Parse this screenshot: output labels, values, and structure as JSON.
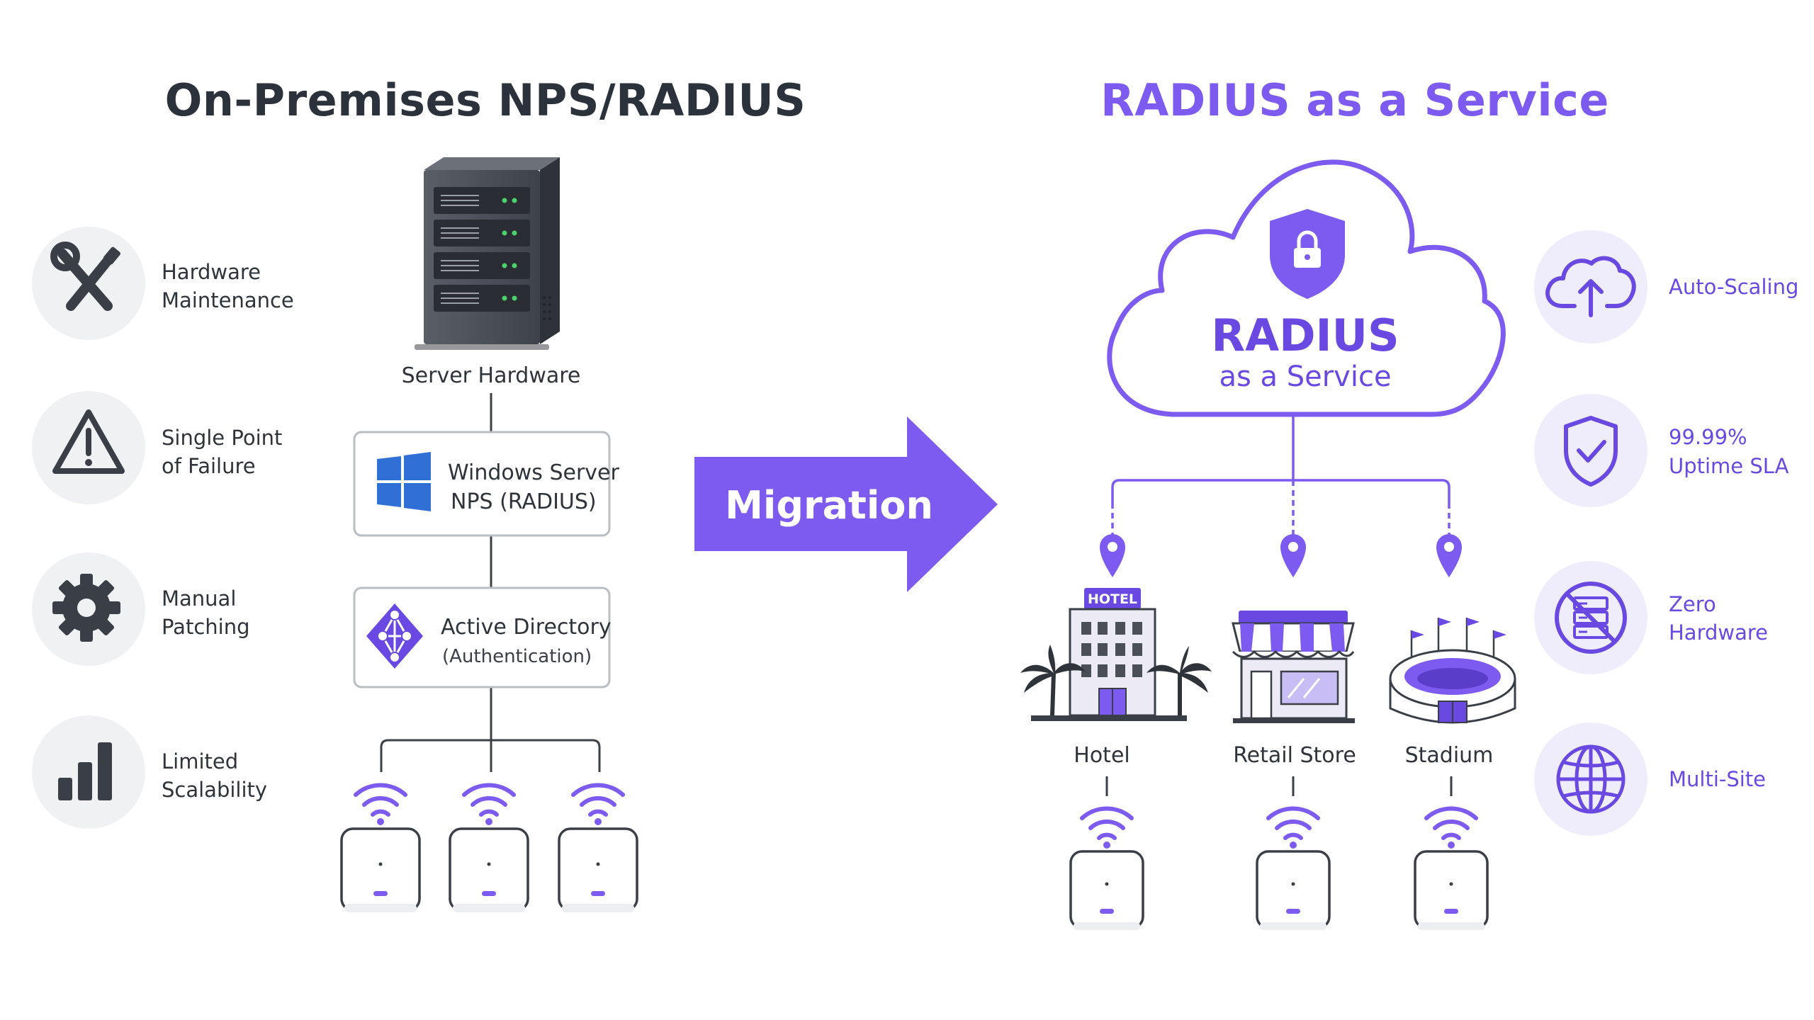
{
  "left_panel": {
    "title": "On-Premises NPS/RADIUS",
    "issues": [
      {
        "line1": "Hardware",
        "line2": "Maintenance",
        "icon": "wrench-screwdriver-icon"
      },
      {
        "line1": "Single Point",
        "line2": "of Failure",
        "icon": "warning-triangle-icon"
      },
      {
        "line1": "Manual",
        "line2": "Patching",
        "icon": "gear-icon"
      },
      {
        "line1": "Limited",
        "line2": "Scalability",
        "icon": "bar-chart-icon"
      }
    ],
    "server_label": "Server Hardware",
    "windows_box": {
      "line1": "Windows Server",
      "line2": "NPS (RADIUS)"
    },
    "ad_box": {
      "line1": "Active Directory",
      "line2": "(Authentication)"
    }
  },
  "migration": {
    "label": "Migration"
  },
  "right_panel": {
    "title": "RADIUS as a Service",
    "cloud": {
      "line1": "RADIUS",
      "line2": "as a Service"
    },
    "benefits": [
      {
        "line1": "Auto-Scaling",
        "line2": "",
        "icon": "cloud-upload-icon"
      },
      {
        "line1": "99.99%",
        "line2": "Uptime SLA",
        "icon": "shield-check-icon"
      },
      {
        "line1": "Zero",
        "line2": "Hardware",
        "icon": "no-server-icon"
      },
      {
        "line1": "Multi-Site",
        "line2": "",
        "icon": "globe-icon"
      }
    ],
    "venues": [
      {
        "label": "Hotel",
        "sign": "HOTEL"
      },
      {
        "label": "Retail Store"
      },
      {
        "label": "Stadium"
      }
    ]
  },
  "colors": {
    "accent": "#7d5bf0",
    "accent_dark": "#6a49e2",
    "dark_text": "#2b323b",
    "gray_circle": "#f0f1f3",
    "purple_circle": "#efecfc",
    "windows_blue": "#2f6fd6"
  }
}
